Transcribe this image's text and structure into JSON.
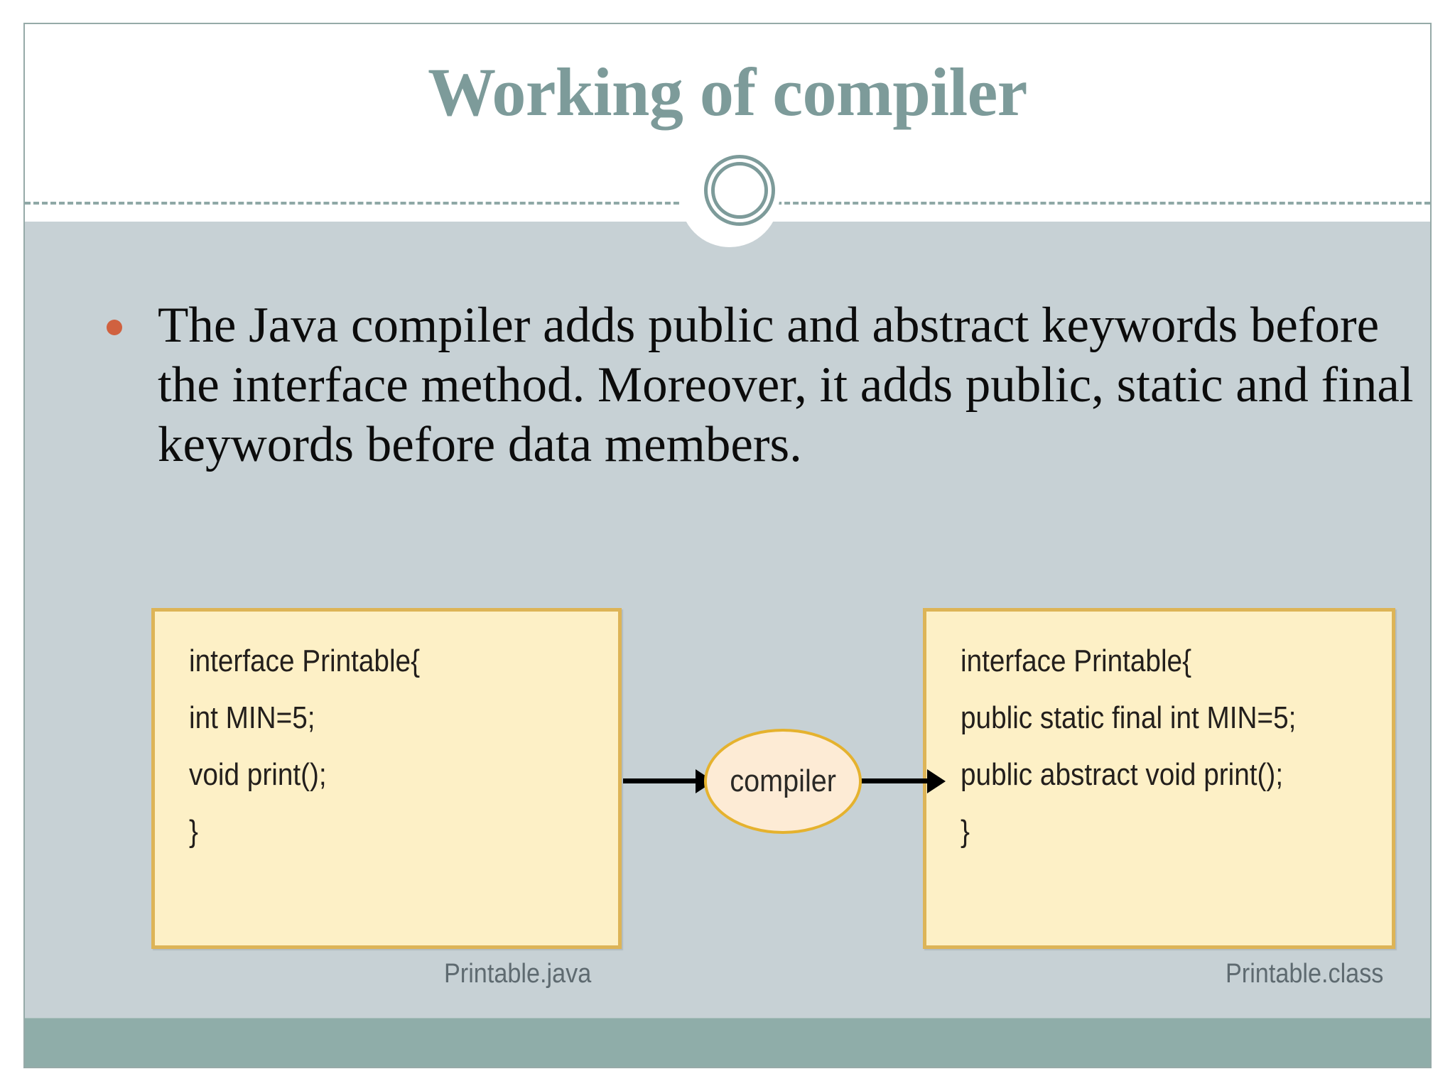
{
  "slide": {
    "title": "Working of compiler",
    "theme": {
      "title_color": "#7d9b9a",
      "body_background": "#c7d1d5",
      "bottom_bar_color": "#8fada9",
      "bullet_color": "#d0613f",
      "code_box_background": "#fdf0c6",
      "code_box_border": "#ddb457",
      "ellipse_background": "#fdebd5",
      "ellipse_border": "#e5b22e",
      "divider_color": "#8fa8a6"
    },
    "bullets": [
      {
        "text": "The Java compiler adds public and abstract keywords before the interface method. Moreover, it adds public, static and final keywords before data members."
      }
    ],
    "diagram": {
      "source_box": {
        "label": "Printable.java",
        "lines": [
          "interface Printable{",
          "int MIN=5;",
          "void print();",
          "}"
        ]
      },
      "transform": {
        "label": "compiler"
      },
      "output_box": {
        "label": "Printable.class",
        "lines": [
          "interface Printable{",
          "public static final int MIN=5;",
          "public abstract void print();",
          "}"
        ]
      }
    }
  }
}
